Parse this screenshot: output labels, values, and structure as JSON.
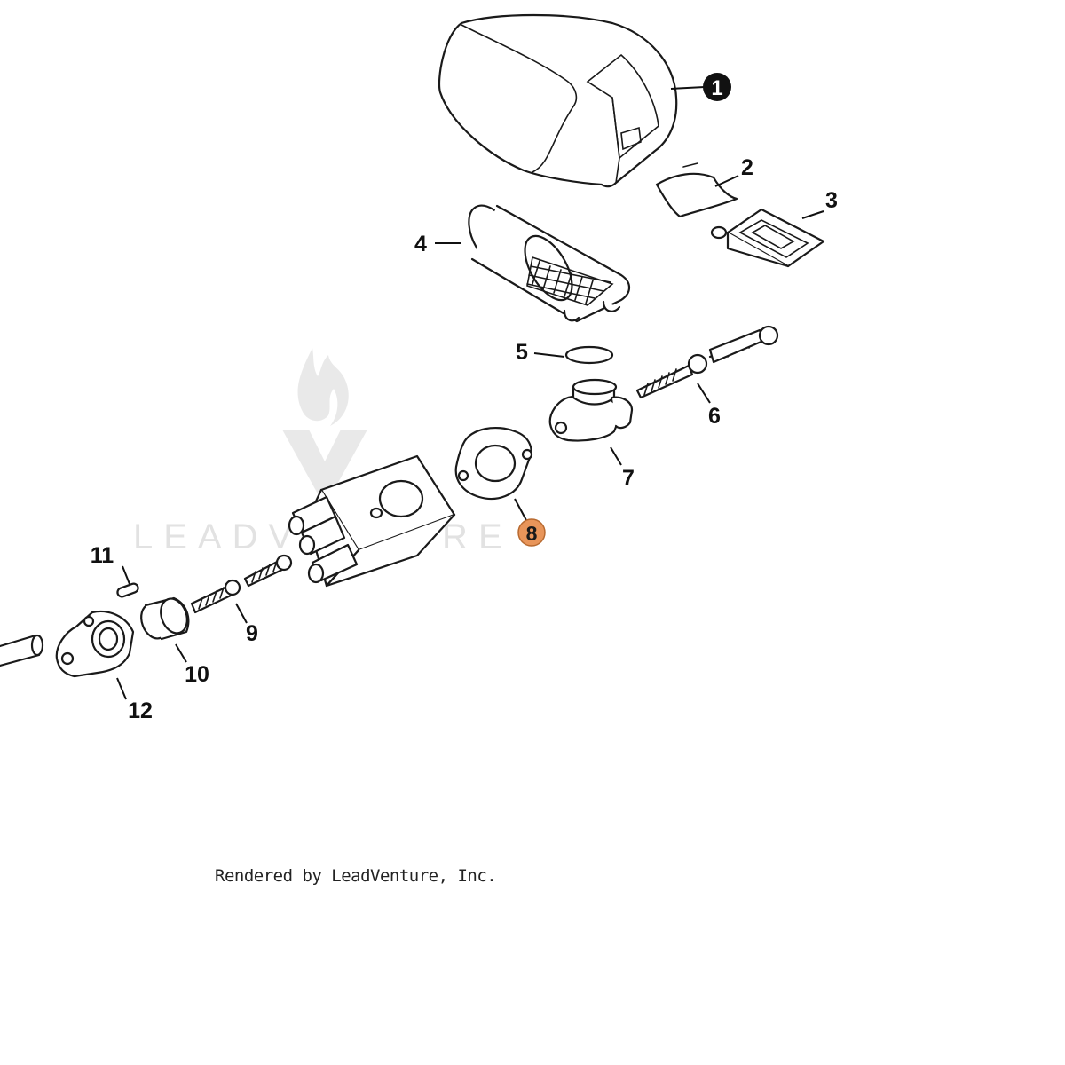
{
  "callouts": [
    {
      "id": "1",
      "highlight": "dark"
    },
    {
      "id": "2"
    },
    {
      "id": "3"
    },
    {
      "id": "4"
    },
    {
      "id": "5"
    },
    {
      "id": "6"
    },
    {
      "id": "7"
    },
    {
      "id": "8",
      "highlight": "orange"
    },
    {
      "id": "9"
    },
    {
      "id": "10"
    },
    {
      "id": "11"
    },
    {
      "id": "12"
    }
  ],
  "watermark": {
    "text": "LEADVENTURE"
  },
  "footer": {
    "credit": "Rendered by LeadVenture, Inc."
  },
  "colors": {
    "line": "#1a1a1a",
    "highlight_dark": "#111111",
    "highlight_orange": "#e8955a",
    "watermark": "#d9d9d9"
  }
}
